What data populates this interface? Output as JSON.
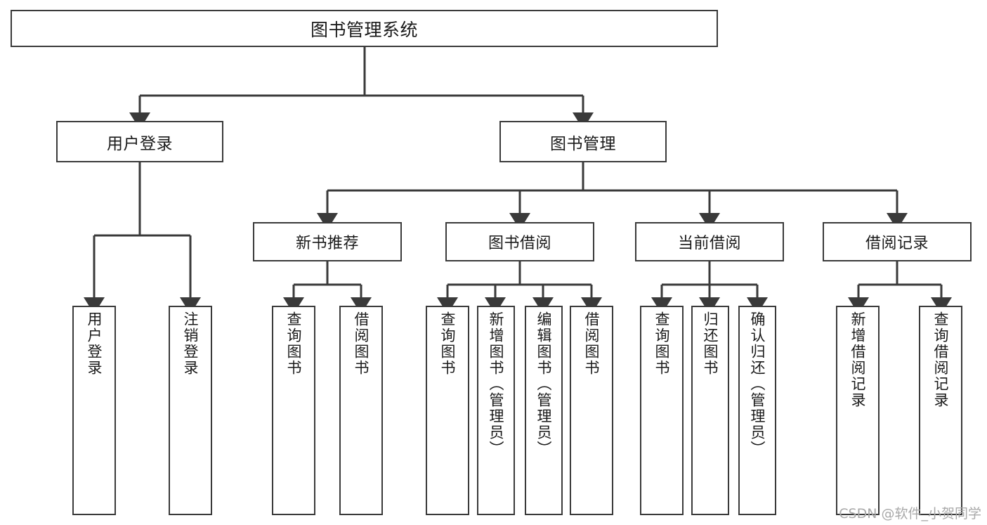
{
  "diagram": {
    "type": "tree-hierarchy-chart",
    "title": "图书管理系统",
    "watermark": "CSDN @软件_小贺同学",
    "colors": {
      "stroke": "#3a3a3a",
      "fill": "#ffffff",
      "text": "#1a1a1a",
      "watermark": "#a9a9a9"
    },
    "nodes": {
      "root": {
        "label": "图书管理系统"
      },
      "level2": [
        {
          "id": "user-login",
          "label": "用户登录"
        },
        {
          "id": "book-management",
          "label": "图书管理"
        }
      ],
      "level3": [
        {
          "id": "new-book-recommend",
          "label": "新书推荐"
        },
        {
          "id": "book-borrow",
          "label": "图书借阅"
        },
        {
          "id": "current-borrow",
          "label": "当前借阅"
        },
        {
          "id": "borrow-record",
          "label": "借阅记录"
        }
      ],
      "leaves": {
        "user-login": [
          {
            "id": "leaf-user-login",
            "label": "用户登录"
          },
          {
            "id": "leaf-logout-login",
            "label": "注销登录"
          }
        ],
        "new-book-recommend": [
          {
            "id": "leaf-query-book-1",
            "label": "查询图书"
          },
          {
            "id": "leaf-borrow-book-1",
            "label": "借阅图书"
          }
        ],
        "book-borrow": [
          {
            "id": "leaf-query-book-2",
            "label": "查询图书"
          },
          {
            "id": "leaf-add-book-admin",
            "label": "新增图书（管理员）"
          },
          {
            "id": "leaf-edit-book-admin",
            "label": "编辑图书（管理员）"
          },
          {
            "id": "leaf-borrow-book-2",
            "label": "借阅图书"
          }
        ],
        "current-borrow": [
          {
            "id": "leaf-query-book-3",
            "label": "查询图书"
          },
          {
            "id": "leaf-return-book",
            "label": "归还图书"
          },
          {
            "id": "leaf-confirm-return-admin",
            "label": "确认归还（管理员）"
          }
        ],
        "borrow-record": [
          {
            "id": "leaf-add-borrow-record",
            "label": "新增借阅记录"
          },
          {
            "id": "leaf-query-borrow-record",
            "label": "查询借阅记录"
          }
        ]
      }
    }
  }
}
